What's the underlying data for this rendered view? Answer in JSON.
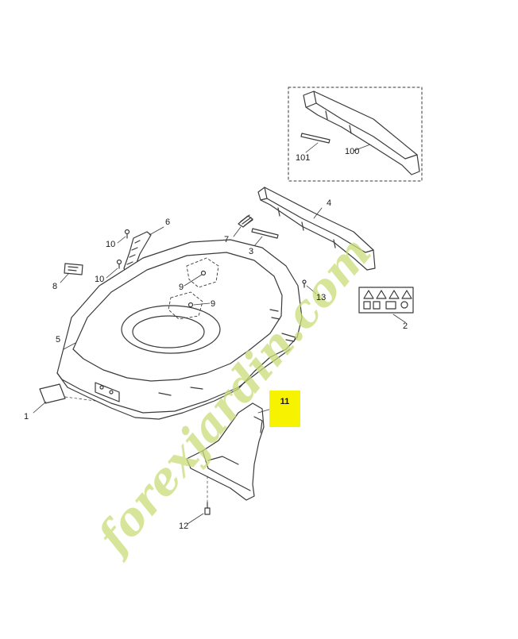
{
  "diagram": {
    "parts": [
      {
        "id": "p1",
        "label": "1"
      },
      {
        "id": "p2",
        "label": "2"
      },
      {
        "id": "p3",
        "label": "3"
      },
      {
        "id": "p4",
        "label": "4"
      },
      {
        "id": "p5",
        "label": "5"
      },
      {
        "id": "p6",
        "label": "6"
      },
      {
        "id": "p7",
        "label": "7"
      },
      {
        "id": "p8",
        "label": "8"
      },
      {
        "id": "p9a",
        "label": "9"
      },
      {
        "id": "p9b",
        "label": "9"
      },
      {
        "id": "p10a",
        "label": "10"
      },
      {
        "id": "p10b",
        "label": "10"
      },
      {
        "id": "p11",
        "label": "11"
      },
      {
        "id": "p12",
        "label": "12"
      },
      {
        "id": "p13",
        "label": "13"
      },
      {
        "id": "p100",
        "label": "100"
      },
      {
        "id": "p101",
        "label": "101"
      }
    ],
    "highlighted_part": "11",
    "highlight_color": "#f7f200",
    "line_color": "#3a3a3a",
    "watermark": {
      "text": "forexjardin.com",
      "color": "#c9dc7a"
    }
  }
}
